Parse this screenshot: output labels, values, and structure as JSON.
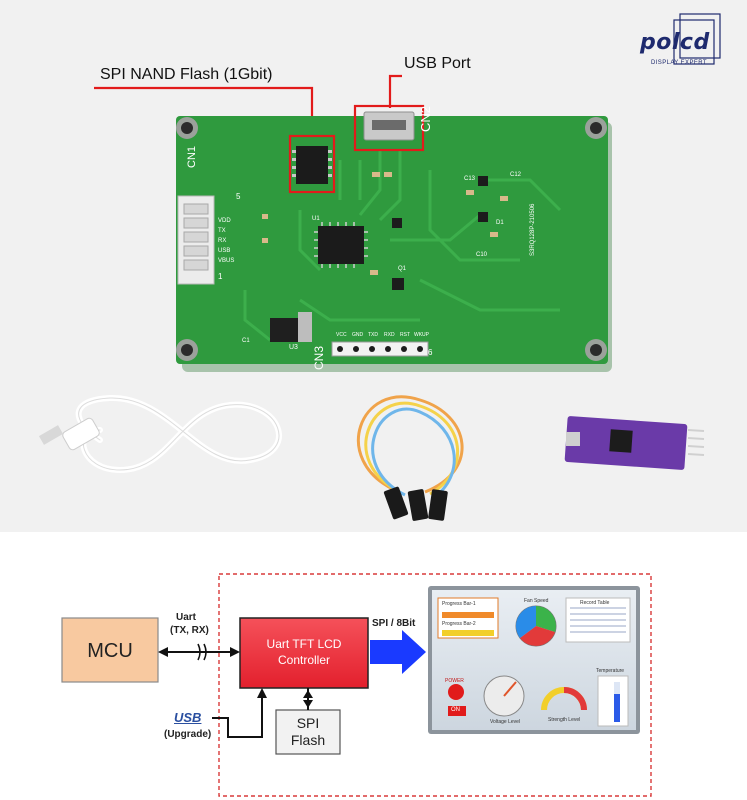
{
  "brand": {
    "name": "polcd",
    "tagline": "DISPLAY EXPERT"
  },
  "callouts": {
    "nand_flash": "SPI NAND Flash (1Gbit)",
    "usb_port": "USB Port"
  },
  "pcb": {
    "connector_labels": [
      "CN1",
      "CN2",
      "CN3"
    ],
    "silkscreen": [
      "U1",
      "U3",
      "Q1",
      "D1",
      "C1",
      "C13",
      "C12",
      "C10"
    ],
    "pin_labels": [
      "VDD",
      "TX",
      "RX",
      "USB",
      "VBUS"
    ],
    "cn3_pins": [
      "VCC",
      "GND",
      "TXD",
      "RXD",
      "RST",
      "WKUP"
    ],
    "pin_numbers": [
      "1",
      "5",
      "6"
    ],
    "serial": "S3RQ128P-210506"
  },
  "diagram": {
    "mcu": "MCU",
    "uart_label_1": "Uart",
    "uart_label_2": "(TX, RX)",
    "controller_line_1": "Uart TFT LCD",
    "controller_line_2": "Controller",
    "spi_flash_line_1": "SPI",
    "spi_flash_line_2": "Flash",
    "spi_bus_label": "SPI / 8Bit",
    "usb_logo": "USB",
    "upgrade_label": "(Upgrade)"
  },
  "screen_ui": {
    "progress_bar_1": "Progress Bar-1",
    "progress_bar_2": "Progress Bar-2",
    "fan_speed": "Fan Speed",
    "record_table": "Record Table",
    "power": "POWER",
    "on": "ON",
    "voltage_level": "Voltage Level",
    "strength_level": "Strength Level",
    "temperature": "Temperature"
  },
  "colors": {
    "pcb_green": "#2f9a3e",
    "callout_red": "#e21b1b",
    "mcu_fill": "#f8c9a0",
    "controller_fill": "#f0333f",
    "arrow_blue": "#1a3aff",
    "dashed_border": "#d83a3a",
    "brand_blue": "#1e2a6e"
  }
}
